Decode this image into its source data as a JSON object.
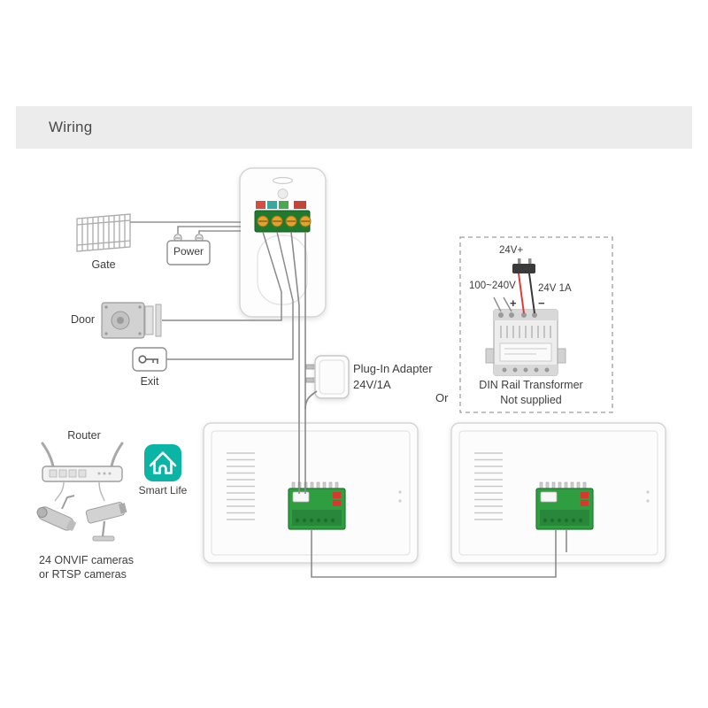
{
  "header": {
    "title": "Wiring"
  },
  "gate": {
    "label": "Gate"
  },
  "power": {
    "label": "Power"
  },
  "door": {
    "label": "Door"
  },
  "exit": {
    "label": "Exit"
  },
  "adapter": {
    "line1": "Plug-In Adapter",
    "line2": "24V/1A"
  },
  "din": {
    "top": "24V+",
    "input": "100~240V",
    "output": "24V 1A",
    "plus": "+",
    "minus": "−",
    "name": "DIN Rail Transformer",
    "note": "Not supplied"
  },
  "or_label": "Or",
  "router": {
    "label": "Router"
  },
  "smart_life": {
    "label": "Smart Life"
  },
  "cameras": {
    "line1": "24 ONVIF cameras",
    "line2": "or RTSP cameras"
  },
  "colors": {
    "smart_life_teal": "#0ab5a5",
    "terminal_green": "#2f9e41",
    "doorbell_terminal_green": "#1f7a2e",
    "wire_red": "#e03c31",
    "wire_black": "#3a3a3a"
  }
}
